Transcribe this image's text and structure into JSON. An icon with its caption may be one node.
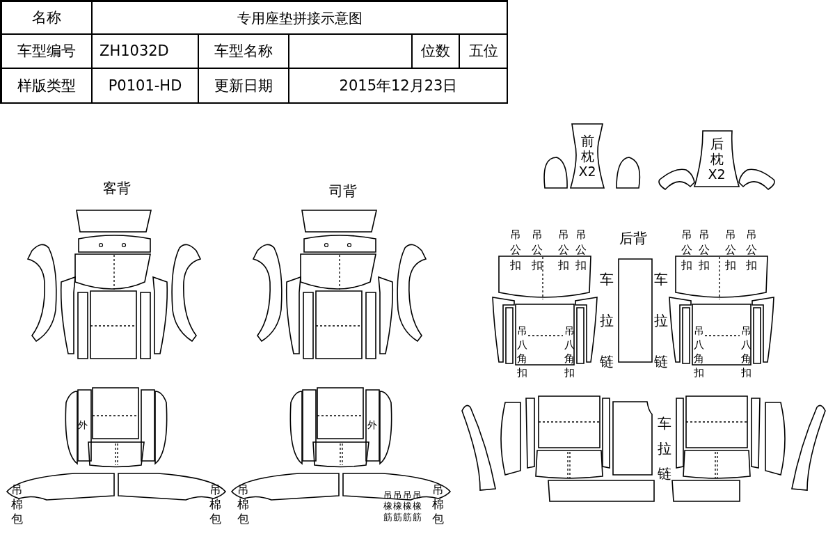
{
  "diagram": {
    "title": "专用座垫拼接示意图",
    "nodes": [
      {
        "text": [
          "前枕",
          "X2"
        ]
      },
      {
        "text": [
          "后枕",
          "X2"
        ]
      }
    ],
    "labels": [
      "名称",
      "车型编号",
      "ZH1032D",
      "车型名称",
      "位数",
      "五位",
      "样版类型",
      "P0101-HD",
      "更新日期",
      "2015年12月23日",
      "客背",
      "司背",
      "后背",
      "吊公扣",
      "吊公扣",
      "吊公扣",
      "吊公扣",
      "吊公扣",
      "吊公扣",
      "吊公扣",
      "吊公扣",
      "车拉链",
      "车拉链",
      "吊八角扣",
      "吊八角扣",
      "吊八角扣",
      "吊八角扣",
      "外",
      "外",
      "车拉链",
      "吊棉包",
      "吊棉包",
      "吊棉包",
      "吊橡筋",
      "吊橡筋",
      "吊橡筋",
      "吊橡筋",
      "吊棉包"
    ]
  }
}
